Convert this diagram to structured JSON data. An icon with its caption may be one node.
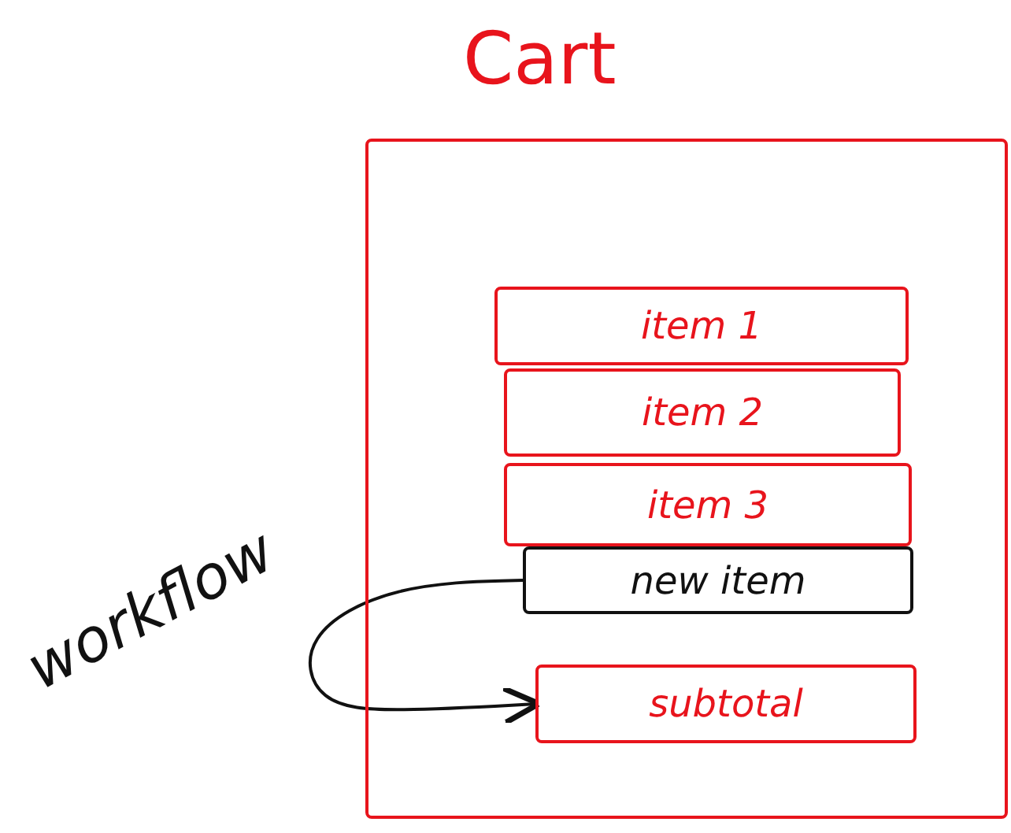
{
  "diagram": {
    "nodes": [
      {
        "text": [
          "Cart"
        ]
      },
      {
        "text": [
          "item 1"
        ],
        "in": 0
      },
      {
        "text": [
          "item 2"
        ],
        "in": 0
      },
      {
        "text": [
          "item 3"
        ],
        "in": 0
      },
      {
        "text": [
          "new item"
        ],
        "in": 0
      },
      {
        "text": [
          "subtotal"
        ],
        "in": 0
      }
    ],
    "edges": [
      {
        "from": 4,
        "to": 5,
        "arrow": "to"
      }
    ],
    "labels": [
      "workflow"
    ]
  }
}
